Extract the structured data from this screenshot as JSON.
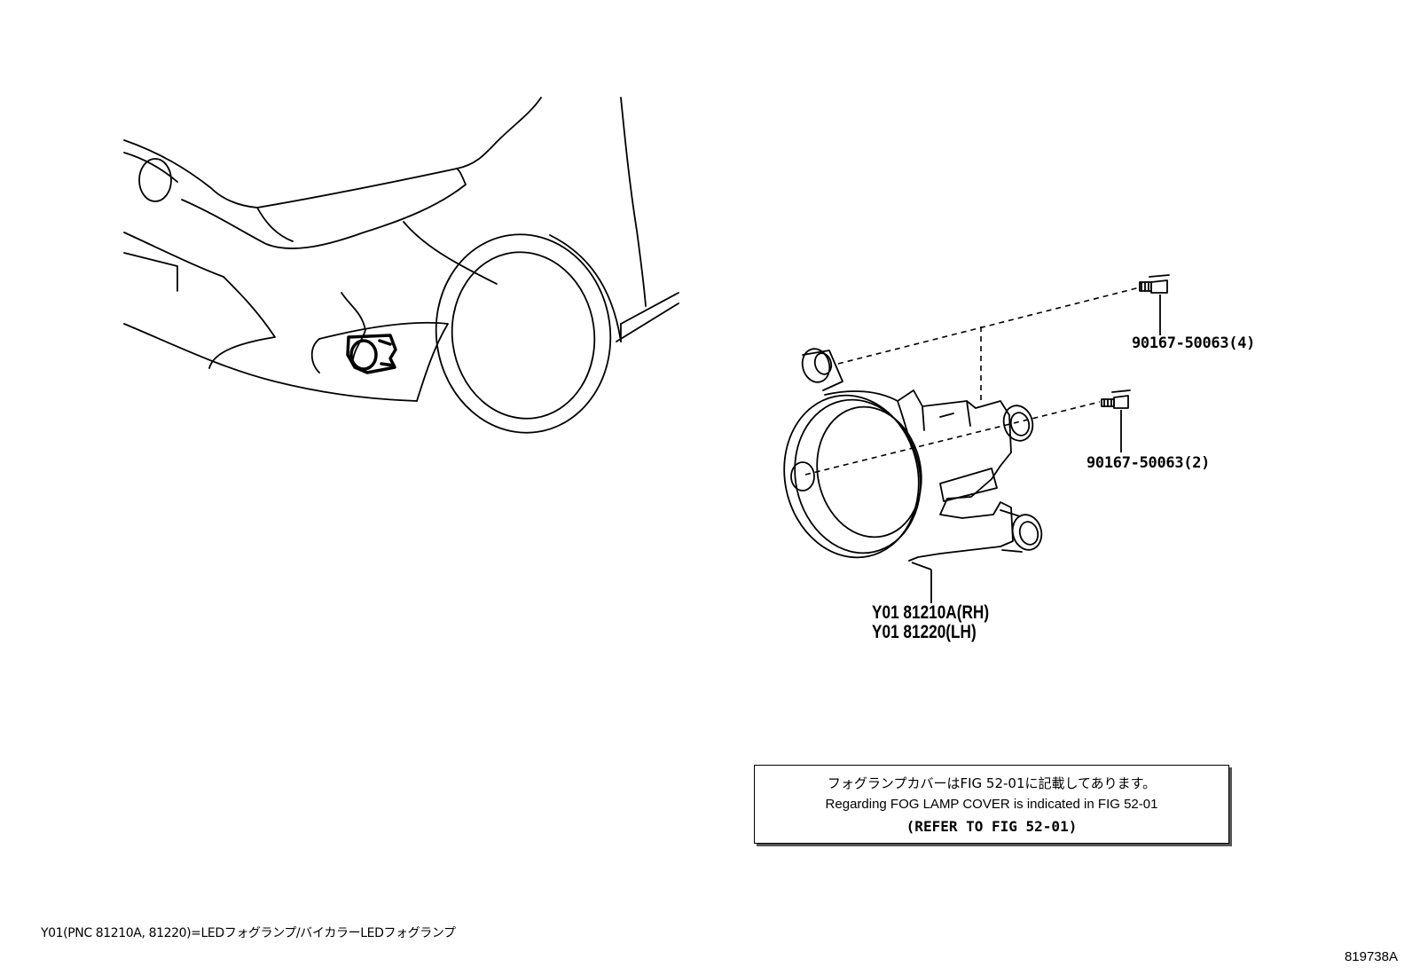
{
  "callouts": {
    "bolt_upper": "90167-50063(4)",
    "bolt_lower": "90167-50063(2)",
    "fog_lamp_rh": "Y01 81210A(RH)",
    "fog_lamp_lh": "Y01 81220(LH)"
  },
  "note": {
    "line_jp": "フォグランプカバーはFIG 52-01に記載してあります。",
    "line_en": "Regarding FOG LAMP COVER is indicated in FIG 52-01",
    "line_ref": "(REFER TO FIG 52-01)"
  },
  "footnote": "Y01(PNC 81210A, 81220)=LEDフォグランプ/バイカラーLEDフォグランプ",
  "figure_id": "819738A"
}
